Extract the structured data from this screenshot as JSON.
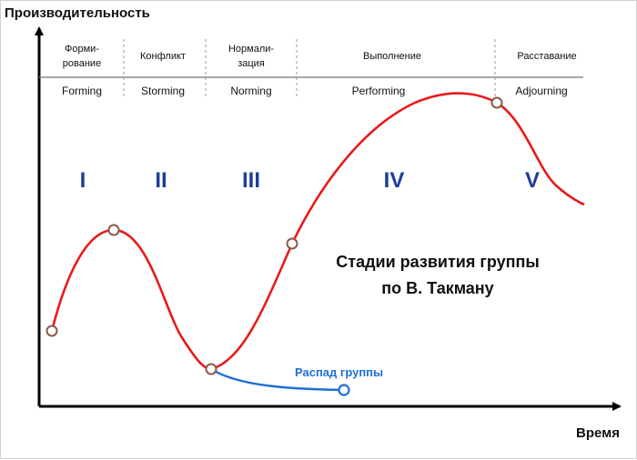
{
  "axes": {
    "y_label": "Производительность",
    "x_label": "Время"
  },
  "stages": [
    {
      "ru_lines": [
        "Форми-",
        "рование"
      ],
      "en": "Forming",
      "roman": "I"
    },
    {
      "ru_lines": [
        "Конфликт"
      ],
      "en": "Storming",
      "roman": "II"
    },
    {
      "ru_lines": [
        "Нормали-",
        "зация"
      ],
      "en": "Norming",
      "roman": "III"
    },
    {
      "ru_lines": [
        "Выполнение"
      ],
      "en": "Performing",
      "roman": "IV"
    },
    {
      "ru_lines": [
        "Расставание"
      ],
      "en": "Adjourning",
      "roman": "V"
    }
  ],
  "title_lines": [
    "Стадии развития группы",
    "по В. Такману"
  ],
  "breakup_label": "Распад группы",
  "colors": {
    "curve": "#e81a1a",
    "breakup": "#1f6fd6",
    "roman": "#1f3d99",
    "marker_stroke": "#8a5a4a",
    "axis": "#000000"
  }
}
